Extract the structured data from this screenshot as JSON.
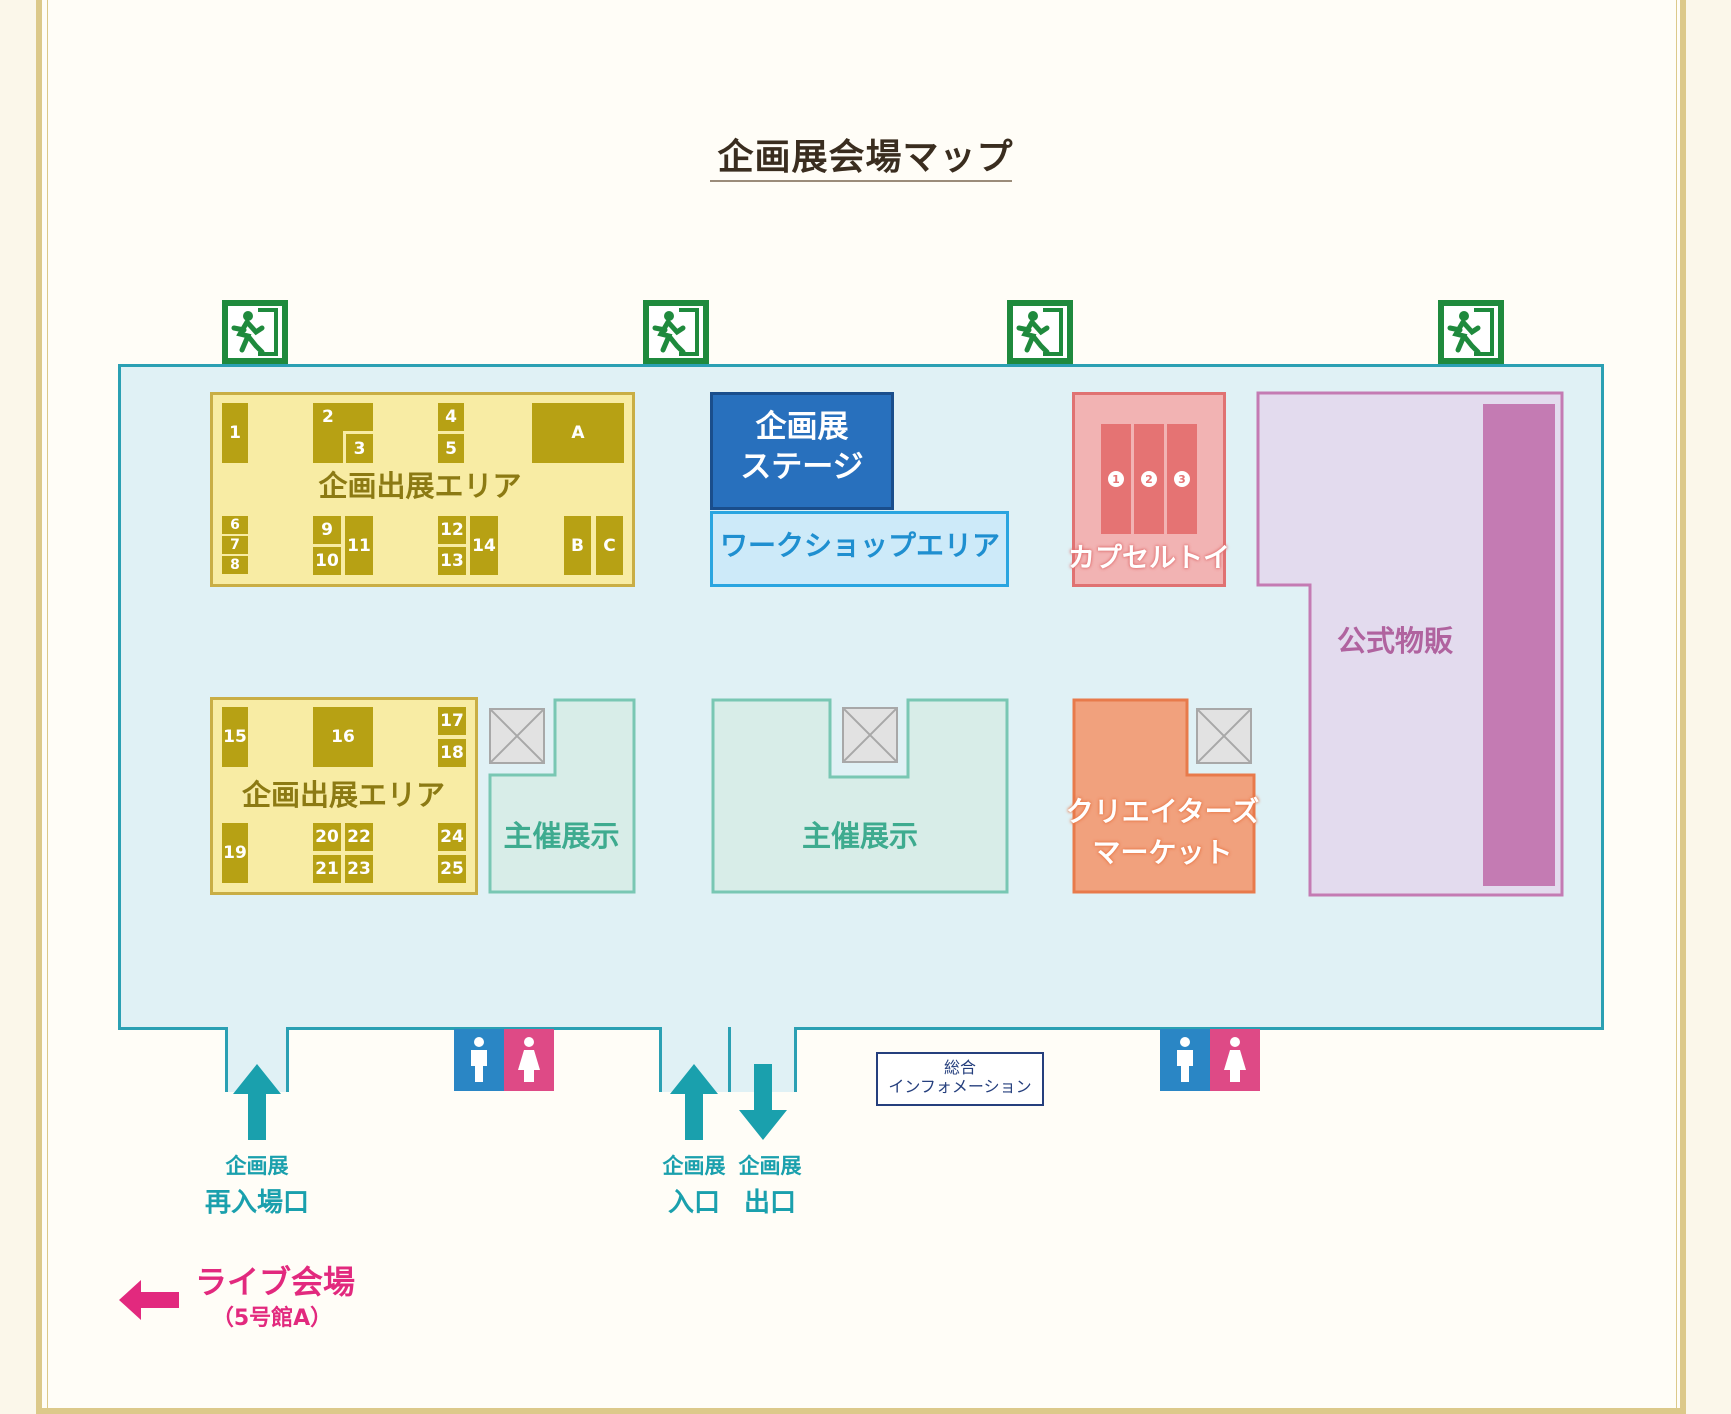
{
  "title": "企画展会場マップ",
  "areas": {
    "exhibit_top": "企画出展エリア",
    "exhibit_bottom": "企画出展エリア",
    "stage_line1": "企画展",
    "stage_line2": "ステージ",
    "workshop": "ワークショップエリア",
    "capsule_toy": "カプセルトイ",
    "official_goods": "公式物販",
    "host_exhibit_left": "主催展示",
    "host_exhibit_center": "主催展示",
    "creators_line1": "クリエイターズ",
    "creators_line2": "マーケット"
  },
  "booths_top": {
    "b1": "1",
    "b2": "2",
    "b3": "3",
    "b4": "4",
    "b5": "5",
    "bA": "A",
    "b6": "6",
    "b7": "7",
    "b8": "8",
    "b9": "9",
    "b10": "10",
    "b11": "11",
    "b12": "12",
    "b13": "13",
    "b14": "14",
    "bB": "B",
    "bC": "C"
  },
  "booths_bottom": {
    "b15": "15",
    "b16": "16",
    "b17": "17",
    "b18": "18",
    "b19": "19",
    "b20": "20",
    "b21": "21",
    "b22": "22",
    "b23": "23",
    "b24": "24",
    "b25": "25"
  },
  "capsule_numbers": [
    "1",
    "2",
    "3"
  ],
  "info_desk": {
    "line1": "総合",
    "line2": "インフォメーション"
  },
  "entrances": {
    "reentry_small": "企画展",
    "reentry_big": "再入場口",
    "entry_small": "企画展",
    "entry_big": "入口",
    "exit_small": "企画展",
    "exit_big": "出口"
  },
  "live_venue": {
    "label": "ライブ会場",
    "sub": "（5号館A）"
  },
  "colors": {
    "floor": "#e0f1f5",
    "outline": "#2ba0b3",
    "exhibit": "#f8eca4",
    "booth": "#b7a114",
    "stage": "#2870bd",
    "workshop": "#cdeaf9",
    "capsule": "#f2b3b3",
    "goods": "#e3dbee",
    "goods_bar": "#c47bb3",
    "host": "#d8ede8",
    "creators": "#f1a17d",
    "live_arrow": "#e2297e"
  }
}
